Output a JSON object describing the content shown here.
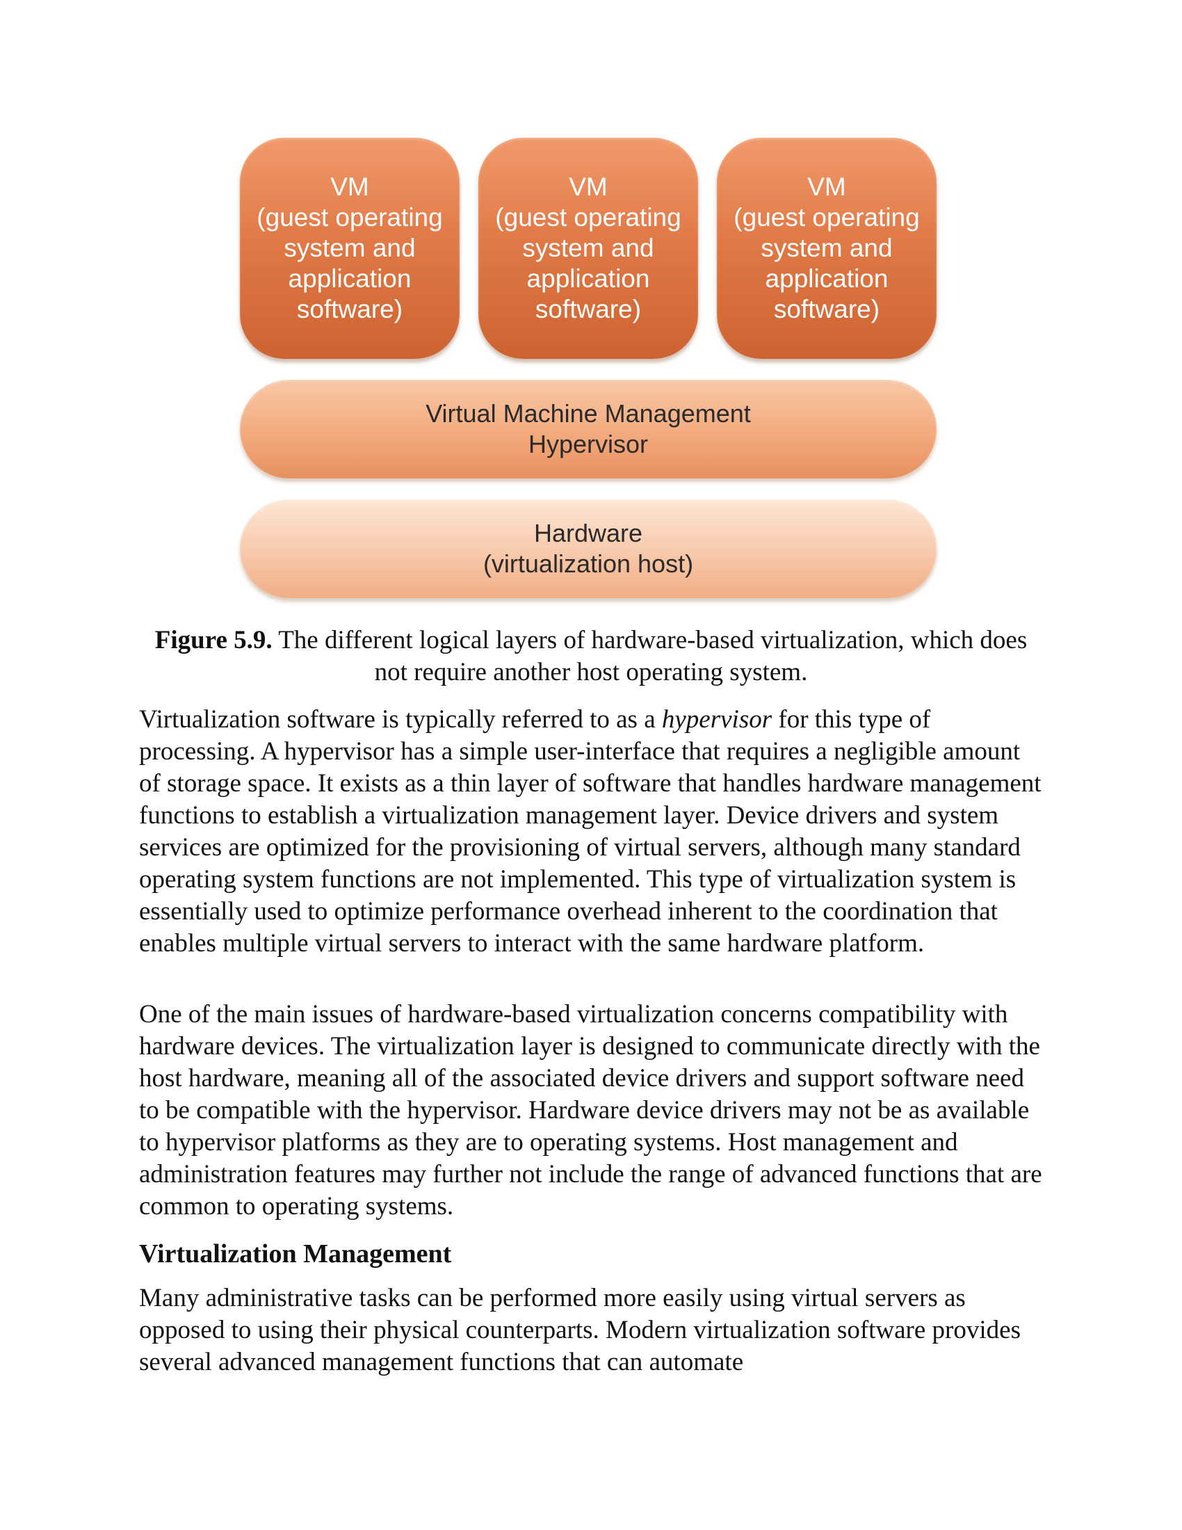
{
  "figure": {
    "vms": [
      {
        "label": "VM\n(guest operating\nsystem and\napplication\nsoftware)"
      },
      {
        "label": "VM\n(guest operating\nsystem and\napplication\nsoftware)"
      },
      {
        "label": "VM\n(guest operating\nsystem and\napplication\nsoftware)"
      }
    ],
    "hypervisor_layer": "Virtual Machine Management\nHypervisor",
    "hardware_layer": "Hardware\n(virtualization host)",
    "colors": {
      "vm_orange": "#e17a47",
      "hypervisor_orange": "#f3aa7d",
      "hardware_peach": "#f8c9aa"
    }
  },
  "caption": {
    "label": "Figure 5.9.",
    "text": " The different logical layers of hardware-based virtualization, which does not require another host operating system."
  },
  "paragraphs": {
    "p1_before": "Virtualization software is typically referred to as a ",
    "p1_emphasis": "hypervisor",
    "p1_after": " for this type of processing. A hypervisor has a simple user-interface that requires a negligible amount of storage space. It exists as a thin layer of software that handles hardware management functions to establish a virtualization management layer. Device drivers and system services are optimized for the provisioning of virtual servers, although many standard operating system functions are not implemented. This type of virtualization system is essentially used to optimize performance overhead inherent to the coordination that enables multiple virtual servers to interact with the same hardware platform.",
    "p2": "One of the main issues of hardware-based virtualization concerns compatibility with hardware devices. The virtualization layer is designed to communicate directly with the host hardware, meaning all of the associated device drivers and support software need to be compatible with the hypervisor. Hardware device drivers may not be as available to hypervisor platforms as they are to operating systems. Host management and administration features may further not include the range of advanced functions that are common to operating systems.",
    "heading": "Virtualization Management",
    "p3": "Many administrative tasks can be performed more easily using virtual servers as opposed to using their physical counterparts. Modern virtualization software provides several advanced management functions that can automate"
  }
}
